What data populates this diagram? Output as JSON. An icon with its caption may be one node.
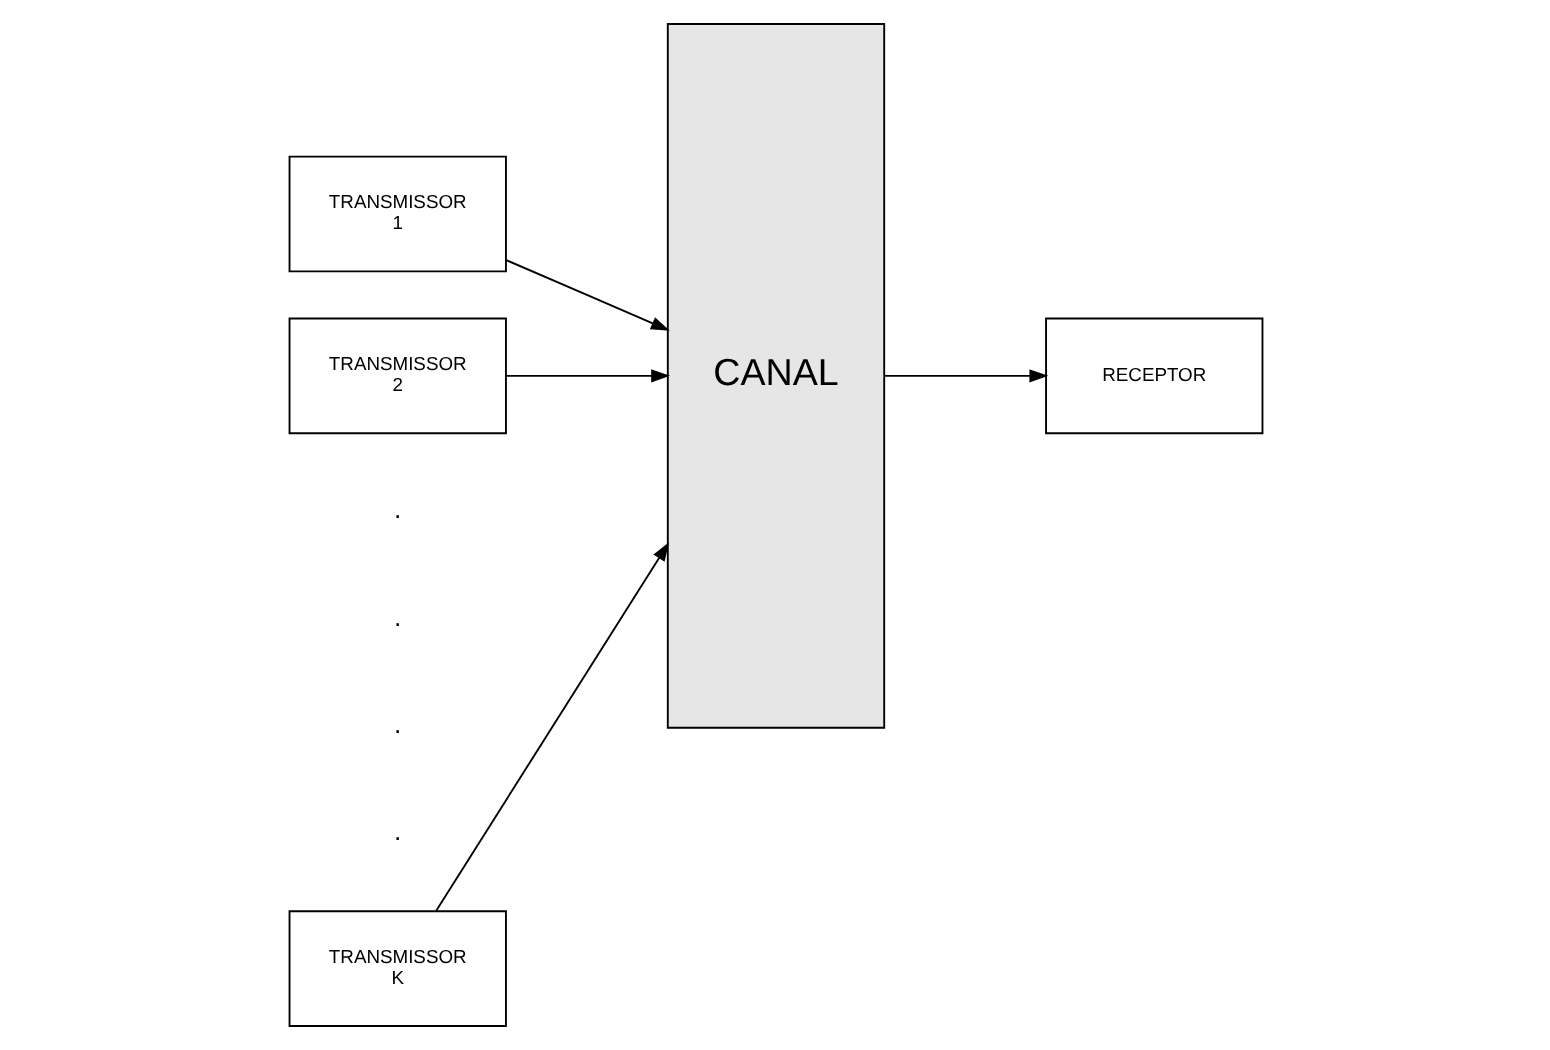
{
  "diagram": {
    "nodes": [
      {
        "text": [
          "TRANSMISSOR 1"
        ]
      },
      {
        "text": [
          "TRANSMISSOR 2"
        ]
      },
      {
        "text": [
          "TRANSMISSOR K"
        ]
      },
      {
        "text": [
          "CANAL"
        ]
      },
      {
        "text": [
          "RECEPTOR"
        ]
      }
    ],
    "edges": [
      {
        "from": 0,
        "to": 3,
        "arrow": "to"
      },
      {
        "from": 1,
        "to": 3,
        "arrow": "to"
      },
      {
        "from": 2,
        "to": 3,
        "arrow": "to"
      },
      {
        "from": 3,
        "to": 4,
        "arrow": "to"
      }
    ],
    "labels": [
      ".",
      ".",
      ".",
      "."
    ]
  }
}
